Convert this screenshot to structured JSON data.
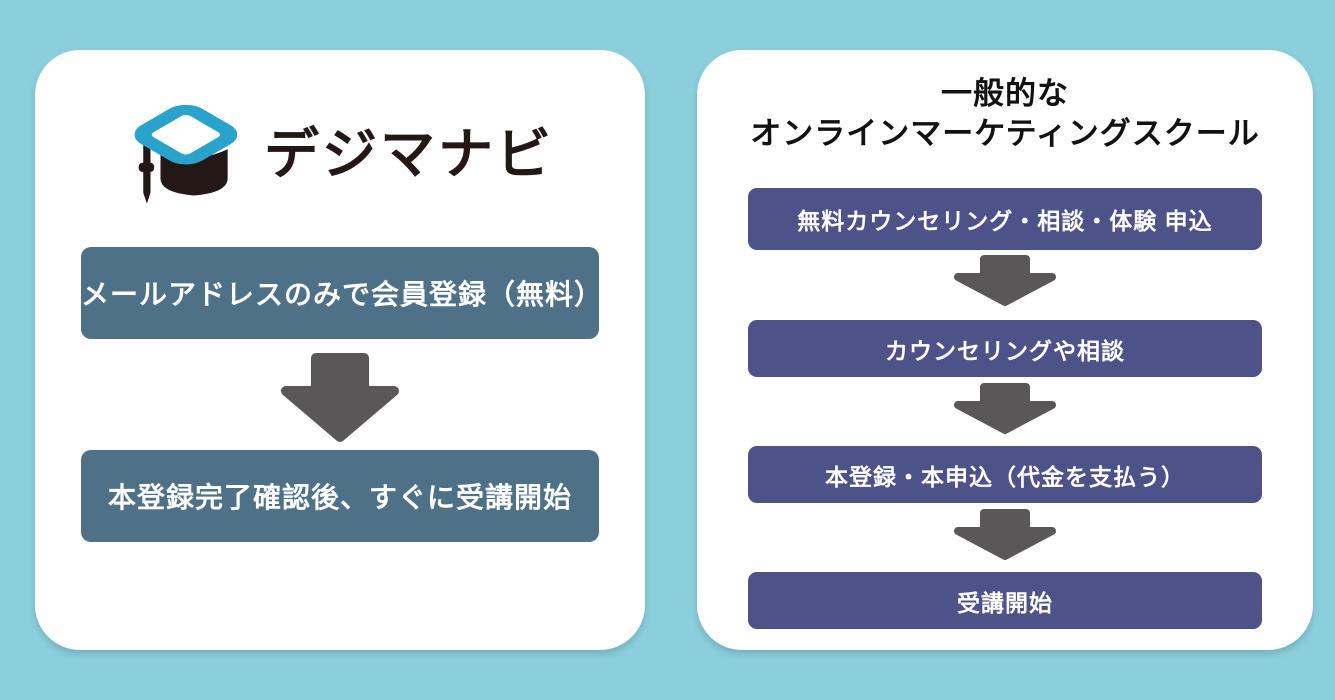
{
  "colors": {
    "background": "#8bcfdd",
    "card": "#ffffff",
    "left_step": "#4e7187",
    "right_step": "#4d5388",
    "arrow": "#595757",
    "logo_blue": "#29a3cc",
    "logo_dark": "#231815",
    "title_text": "#111111",
    "step_text": "#ffffff"
  },
  "left_panel": {
    "logo": {
      "brand_name": "デジマナビ",
      "icon": "graduation-cap-icon"
    },
    "steps": [
      {
        "label": "メールアドレスのみで会員登録（無料）"
      },
      {
        "label": "本登録完了確認後、すぐに受講開始"
      }
    ]
  },
  "right_panel": {
    "title_line1": "一般的な",
    "title_line2": "オンラインマーケティングスクール",
    "steps": [
      {
        "label": "無料カウンセリング・相談・体験 申込"
      },
      {
        "label": "カウンセリングや相談"
      },
      {
        "label": "本登録・本申込（代金を支払う）"
      },
      {
        "label": "受講開始"
      }
    ]
  }
}
